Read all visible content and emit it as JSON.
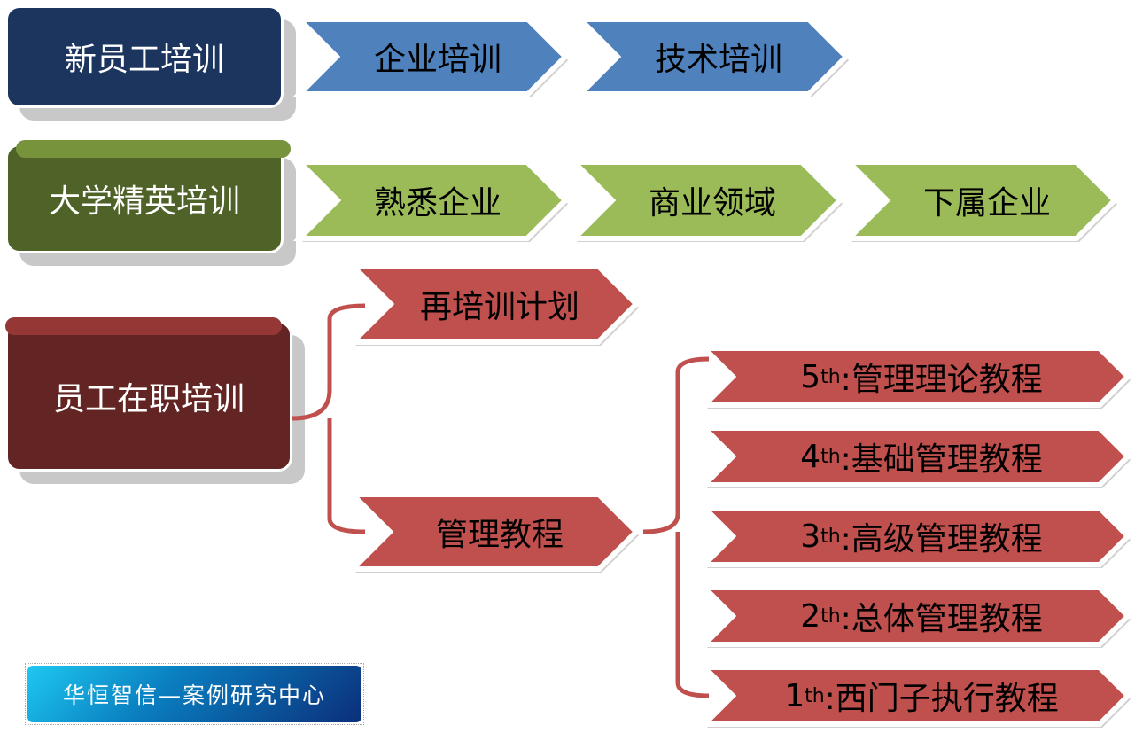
{
  "colors": {
    "navy": "#1c355e",
    "blue": "#4f81bd",
    "dark_green": "#4f6228",
    "green": "#9bbb59",
    "dark_red": "#632523",
    "red": "#c0504d"
  },
  "row1": {
    "title": "新员工培训",
    "items": [
      "企业培训",
      "技术培训"
    ]
  },
  "row2": {
    "title": "大学精英培训",
    "items": [
      "熟悉企业",
      "商业领域",
      "下属企业"
    ]
  },
  "row3": {
    "title": "员工在职培训",
    "retrain": "再培训计划",
    "mgmt": "管理教程",
    "courses": [
      {
        "num": "5",
        "sup": "th",
        "text": ":管理理论教程"
      },
      {
        "num": "4",
        "sup": "th",
        "text": ":基础管理教程"
      },
      {
        "num": "3",
        "sup": "th",
        "text": ":高级管理教程"
      },
      {
        "num": "2",
        "sup": "th",
        "text": ":总体管理教程"
      },
      {
        "num": "1",
        "sup": "th",
        "text": ":西门子执行教程"
      }
    ]
  },
  "logo": "华恒智信—案例研究中心"
}
